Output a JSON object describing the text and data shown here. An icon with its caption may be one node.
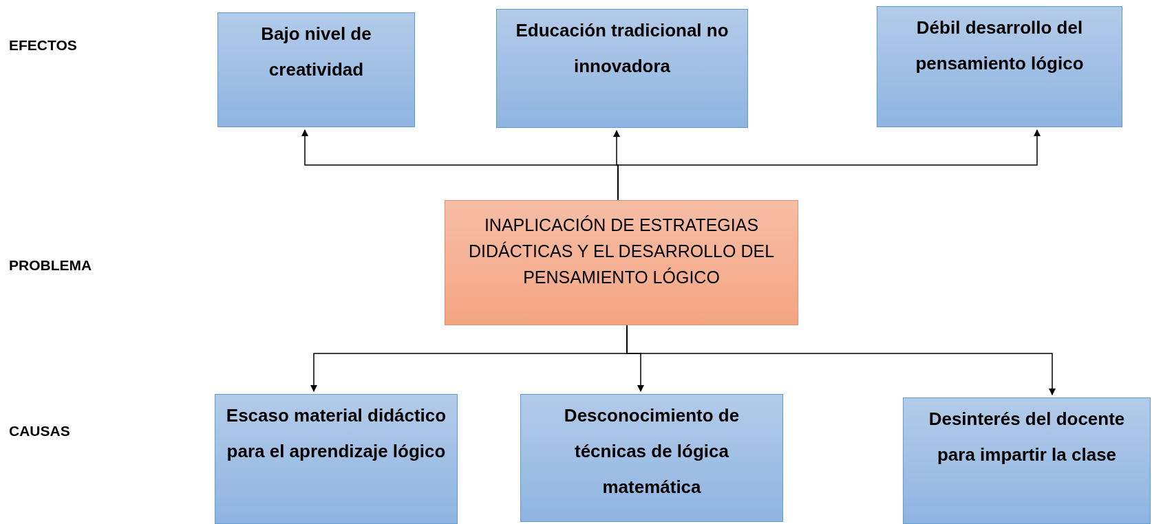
{
  "diagram": {
    "nodes": [
      {
        "text": [
          "Bajo nivel de creatividad"
        ]
      },
      {
        "text": [
          "Educación tradicional no innovadora"
        ]
      },
      {
        "text": [
          "Débil desarrollo del pensamiento lógico"
        ]
      },
      {
        "text": [
          "INAPLICACIÓN DE ESTRATEGIAS DIDÁCTICAS Y EL DESARROLLO DEL PENSAMIENTO LÓGICO"
        ]
      },
      {
        "text": [
          "Escaso material didáctico para el aprendizaje lógico"
        ]
      },
      {
        "text": [
          "Desconocimiento de técnicas de lógica matemática"
        ]
      },
      {
        "text": [
          "Desinterés del docente para impartir la clase"
        ]
      }
    ],
    "edges": [
      {
        "from": 3,
        "to": 0,
        "arrow": "to"
      },
      {
        "from": 3,
        "to": 1,
        "arrow": "to"
      },
      {
        "from": 3,
        "to": 2,
        "arrow": "to"
      },
      {
        "from": 3,
        "to": 4,
        "arrow": "to"
      },
      {
        "from": 3,
        "to": 5,
        "arrow": "to"
      },
      {
        "from": 3,
        "to": 6,
        "arrow": "to"
      }
    ],
    "labels": [
      "EFECTOS",
      "PROBLEMA",
      "CAUSAS"
    ]
  }
}
